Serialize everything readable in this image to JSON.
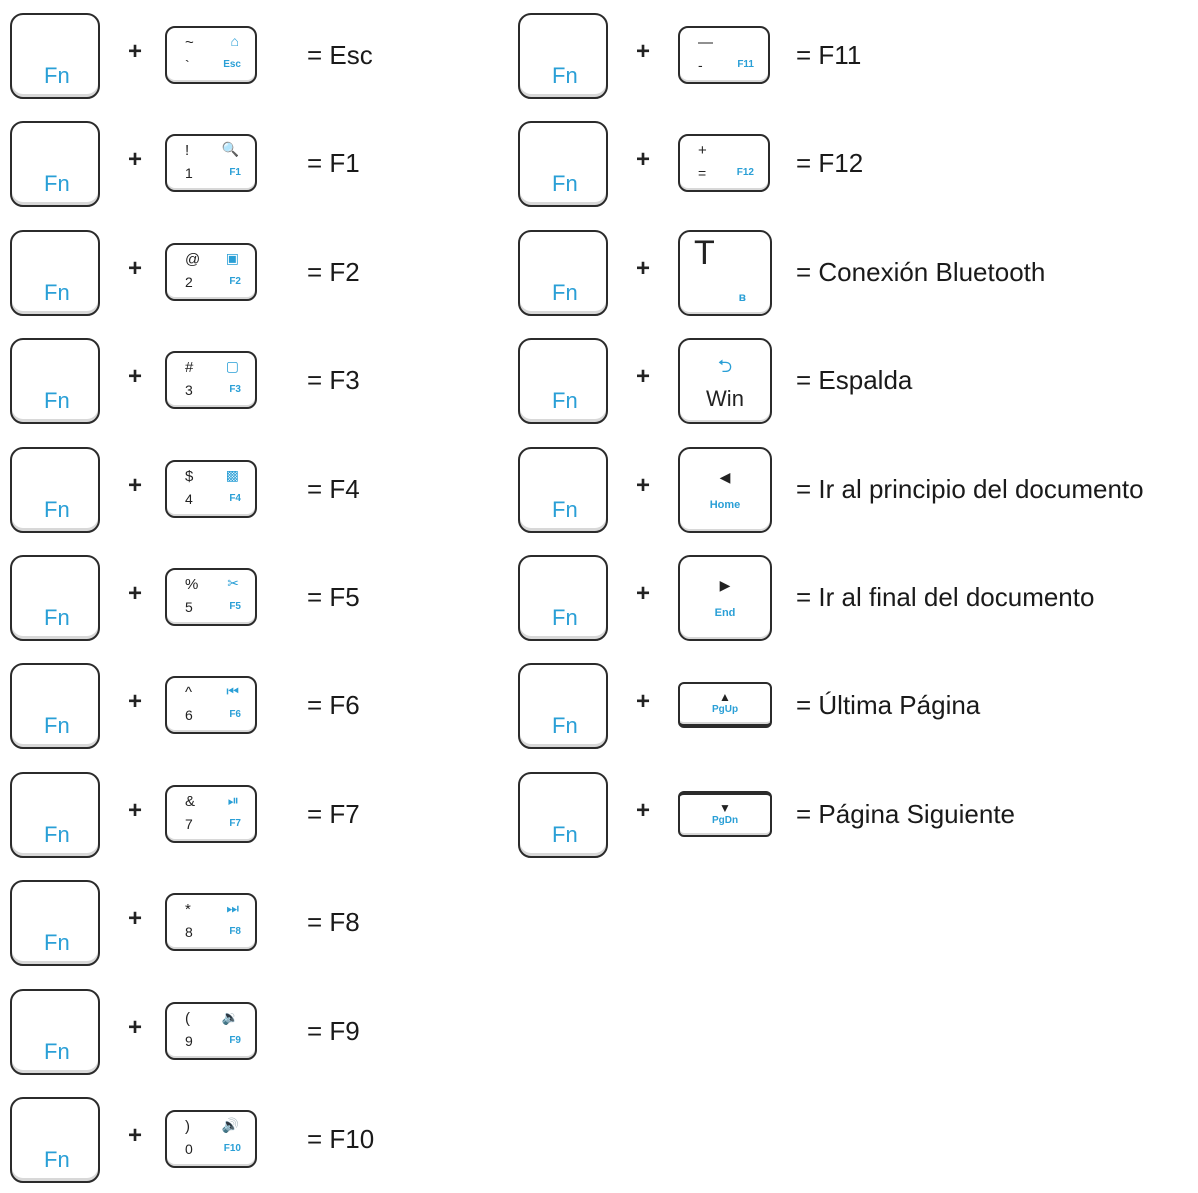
{
  "fn_label": "Fn",
  "plus": "+",
  "left": [
    {
      "tl": "~",
      "bl": "`",
      "tr": "⌂",
      "br": "Esc",
      "result": "= Esc"
    },
    {
      "tl": "!",
      "bl": "1",
      "tr": "🔍",
      "br": "F1",
      "result": "= F1"
    },
    {
      "tl": "@",
      "bl": "2",
      "tr": "▣",
      "br": "F2",
      "result": "= F2"
    },
    {
      "tl": "#",
      "bl": "3",
      "tr": "▢",
      "br": "F3",
      "result": "= F3"
    },
    {
      "tl": "$",
      "bl": "4",
      "tr": "▩",
      "br": "F4",
      "result": "= F4"
    },
    {
      "tl": "%",
      "bl": "5",
      "tr": "✂",
      "br": "F5",
      "result": "= F5"
    },
    {
      "tl": "^",
      "bl": "6",
      "tr": "⏮",
      "br": "F6",
      "result": "= F6"
    },
    {
      "tl": "&",
      "bl": "7",
      "tr": "⏯",
      "br": "F7",
      "result": "= F7"
    },
    {
      "tl": "*",
      "bl": "8",
      "tr": "⏭",
      "br": "F8",
      "result": "= F8"
    },
    {
      "tl": "(",
      "bl": "9",
      "tr": "🔉",
      "br": "F9",
      "result": "= F9"
    },
    {
      "tl": ")",
      "bl": "0",
      "tr": "🔊",
      "br": "F10",
      "result": "= F10"
    }
  ],
  "right": [
    {
      "style": "small",
      "tl": "—",
      "bl": "-",
      "tr": "",
      "br": "F11",
      "result": "= F11"
    },
    {
      "style": "small",
      "tl": "+",
      "bl": "=",
      "tr": "",
      "br": "F12",
      "result": "= F12"
    },
    {
      "style": "big-t",
      "main": "T",
      "sub": "ʙ",
      "result": "= Conexión Bluetooth"
    },
    {
      "style": "big",
      "top": "⮌",
      "bottom": "Win",
      "result": "= Espalda"
    },
    {
      "style": "big-blue",
      "top": "◀",
      "bottom": "Home",
      "result": "= Ir al principio del documento"
    },
    {
      "style": "big-blue",
      "top": "▶",
      "bottom": "End",
      "result": "= Ir al final del documento"
    },
    {
      "style": "flat-up",
      "top": "▲",
      "bottom": "PgUp",
      "result": "= Última Página"
    },
    {
      "style": "flat-down",
      "top": "▼",
      "bottom": "PgDn",
      "result": "= Página Siguiente"
    }
  ]
}
